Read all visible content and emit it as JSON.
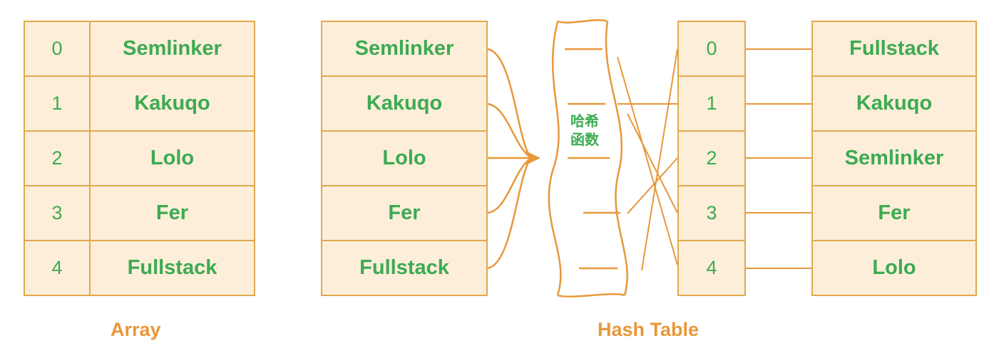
{
  "colors": {
    "accent": "#e8973a",
    "border": "#e0a94c",
    "fill": "#fdeed9",
    "text": "#3daa52"
  },
  "array": {
    "caption": "Array",
    "rows": [
      {
        "index": "0",
        "name": "Semlinker"
      },
      {
        "index": "1",
        "name": "Kakuqo"
      },
      {
        "index": "2",
        "name": "Lolo"
      },
      {
        "index": "3",
        "name": "Fer"
      },
      {
        "index": "4",
        "name": "Fullstack"
      }
    ]
  },
  "hash_table": {
    "caption": "Hash Table",
    "keys": [
      "Semlinker",
      "Kakuqo",
      "Lolo",
      "Fer",
      "Fullstack"
    ],
    "hash_function": [
      "哈希",
      "函数"
    ],
    "buckets": [
      {
        "index": "0",
        "name": "Fullstack"
      },
      {
        "index": "1",
        "name": "Kakuqo"
      },
      {
        "index": "2",
        "name": "Semlinker"
      },
      {
        "index": "3",
        "name": "Fer"
      },
      {
        "index": "4",
        "name": "Lolo"
      }
    ]
  }
}
